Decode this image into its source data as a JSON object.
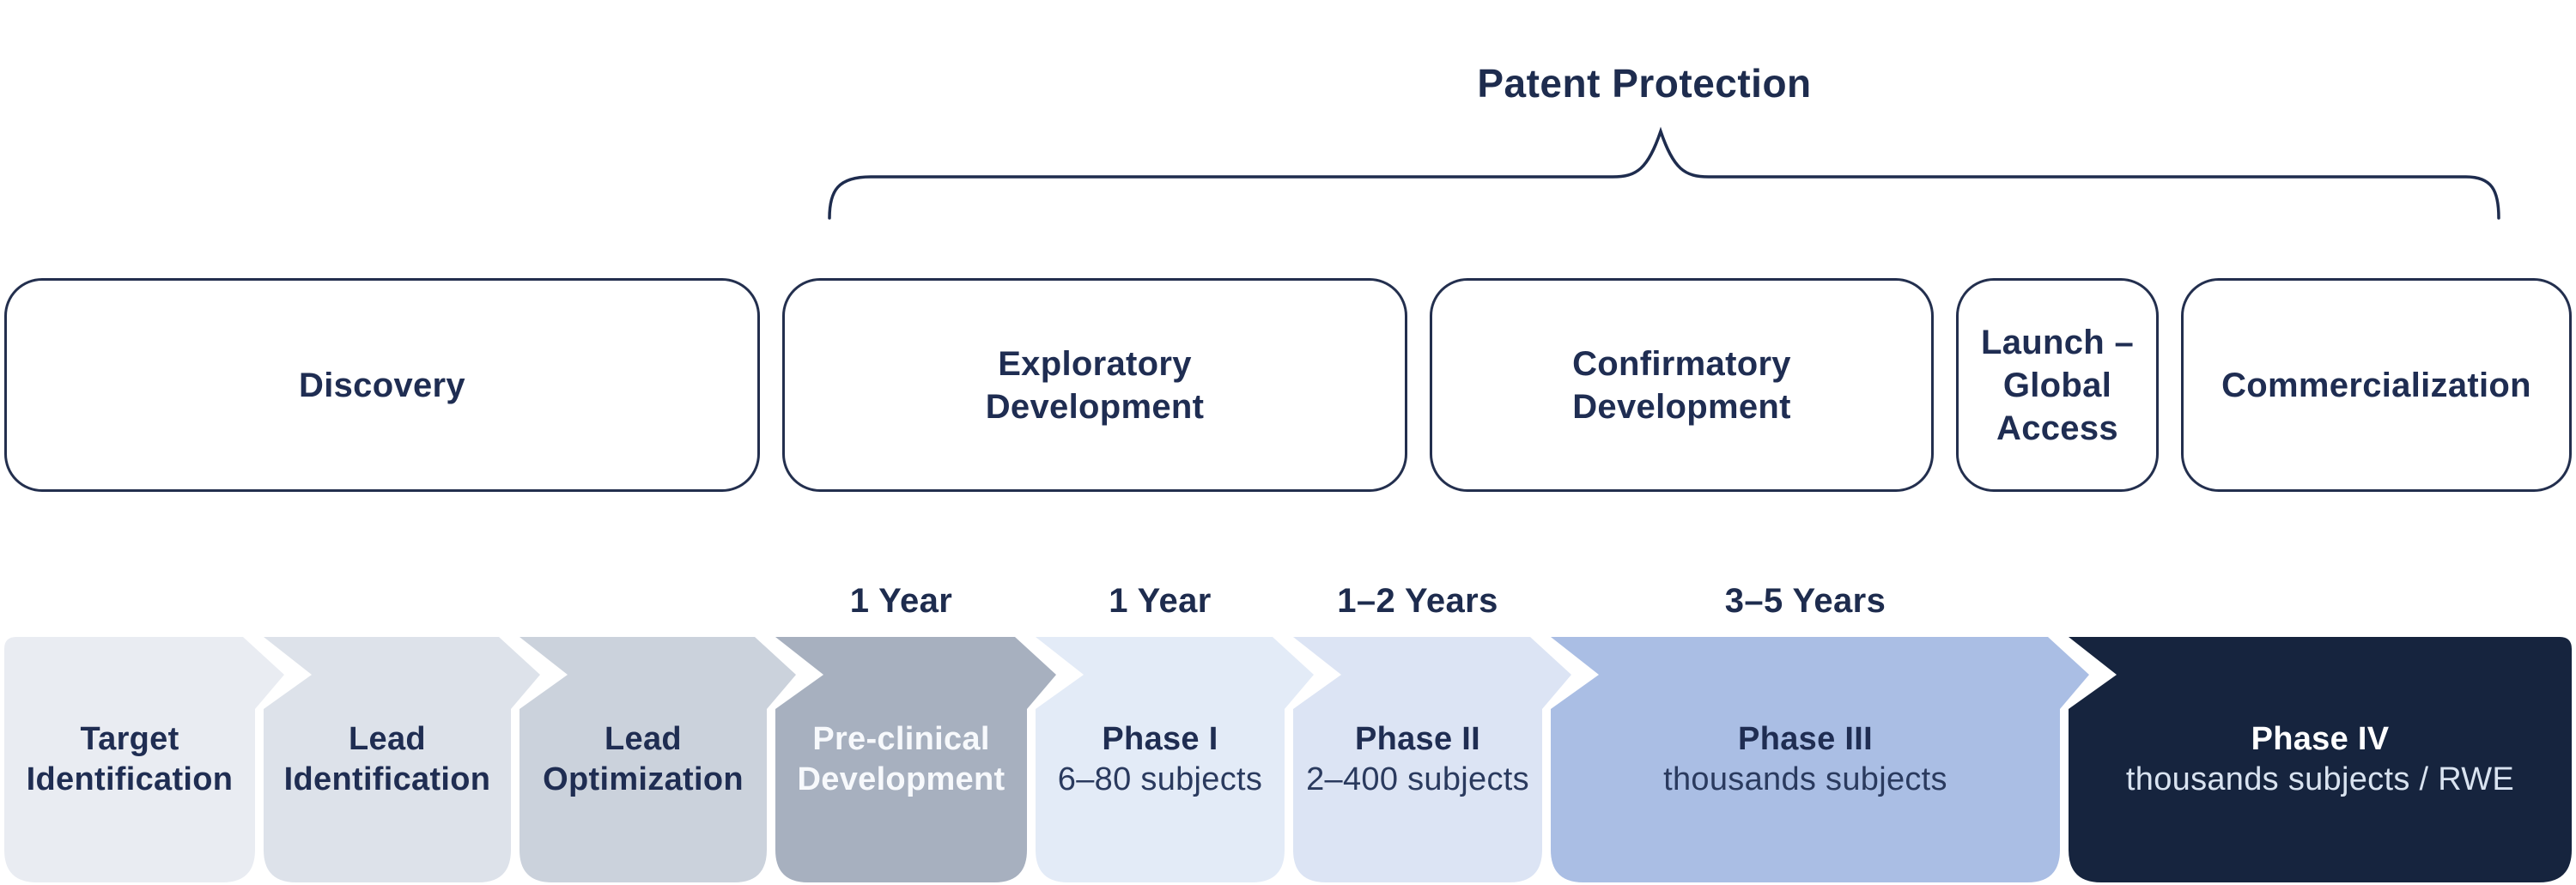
{
  "title": "Patent Protection",
  "colors": {
    "text_navy": "#1f2d52",
    "title_navy": "#1e2c4e",
    "box_border": "#232f4e",
    "box_fill": "#ffffff",
    "background": "#ffffff",
    "brace_stroke": "#1e2c4e"
  },
  "stage_boxes": [
    {
      "id": "discovery",
      "lines": [
        "Discovery"
      ]
    },
    {
      "id": "exploratory-development",
      "lines": [
        "Exploratory",
        "Development"
      ]
    },
    {
      "id": "confirmatory-development",
      "lines": [
        "Confirmatory",
        "Development"
      ]
    },
    {
      "id": "launch-global-access",
      "lines": [
        "Launch –",
        "Global",
        "Access"
      ]
    },
    {
      "id": "commercialization",
      "lines": [
        "Commercialization"
      ]
    }
  ],
  "pipeline_steps": [
    {
      "id": "target-identification",
      "title_lines": [
        "Target",
        "Identification"
      ],
      "subtitle": "",
      "duration": "",
      "fill": "#e9ecf2",
      "text_color": "#1f2d52",
      "subtitle_color": "#1f2d52"
    },
    {
      "id": "lead-identification",
      "title_lines": [
        "Lead",
        "Identification"
      ],
      "subtitle": "",
      "duration": "",
      "fill": "#dde2ea",
      "text_color": "#1f2d52",
      "subtitle_color": "#1f2d52"
    },
    {
      "id": "lead-optimization",
      "title_lines": [
        "Lead",
        "Optimization"
      ],
      "subtitle": "",
      "duration": "",
      "fill": "#cbd2dc",
      "text_color": "#1f2d52",
      "subtitle_color": "#1f2d52"
    },
    {
      "id": "pre-clinical-development",
      "title_lines": [
        "Pre-clinical",
        "Development"
      ],
      "subtitle": "",
      "duration": "1 Year",
      "fill": "#a7b0bf",
      "text_color": "#f7f9fc",
      "subtitle_color": "#f7f9fc"
    },
    {
      "id": "phase-1",
      "title_lines": [
        "Phase I"
      ],
      "subtitle": "6–80 subjects",
      "duration": "1 Year",
      "fill": "#e3ebf7",
      "text_color": "#1f2d52",
      "subtitle_color": "#2a3a5e"
    },
    {
      "id": "phase-2",
      "title_lines": [
        "Phase II"
      ],
      "subtitle": "2–400 subjects",
      "duration": "1–2 Years",
      "fill": "#dce4f4",
      "text_color": "#1f2d52",
      "subtitle_color": "#2a3a5e"
    },
    {
      "id": "phase-3",
      "title_lines": [
        "Phase III"
      ],
      "subtitle": "thousands subjects",
      "duration": "3–5 Years",
      "fill": "#aabee4",
      "text_color": "#1f2d52",
      "subtitle_color": "#2a3a5e"
    },
    {
      "id": "phase-4",
      "title_lines": [
        "Phase IV"
      ],
      "subtitle": "thousands subjects / RWE",
      "duration": "",
      "fill": "#16243e",
      "text_color": "#ffffff",
      "subtitle_color": "#d9e3f0"
    }
  ]
}
